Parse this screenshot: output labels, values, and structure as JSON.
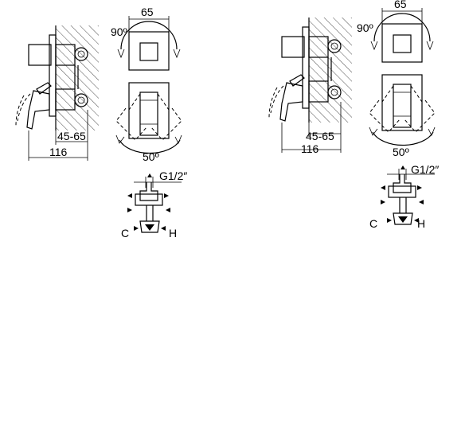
{
  "drawings": [
    {
      "width_dim": "65",
      "rotation_label": "90º",
      "wall_depth_dim": "45-65",
      "total_depth_dim": "116",
      "lever_angle_label": "50º",
      "thread_label": "G1/2″",
      "cold_label": "C",
      "hot_label": "H"
    },
    {
      "width_dim": "65",
      "rotation_label": "90º",
      "wall_depth_dim": "45-65",
      "total_depth_dim": "116",
      "lever_angle_label": "50º",
      "thread_label": "G1/2″",
      "cold_label": "C",
      "hot_label": "H"
    }
  ]
}
